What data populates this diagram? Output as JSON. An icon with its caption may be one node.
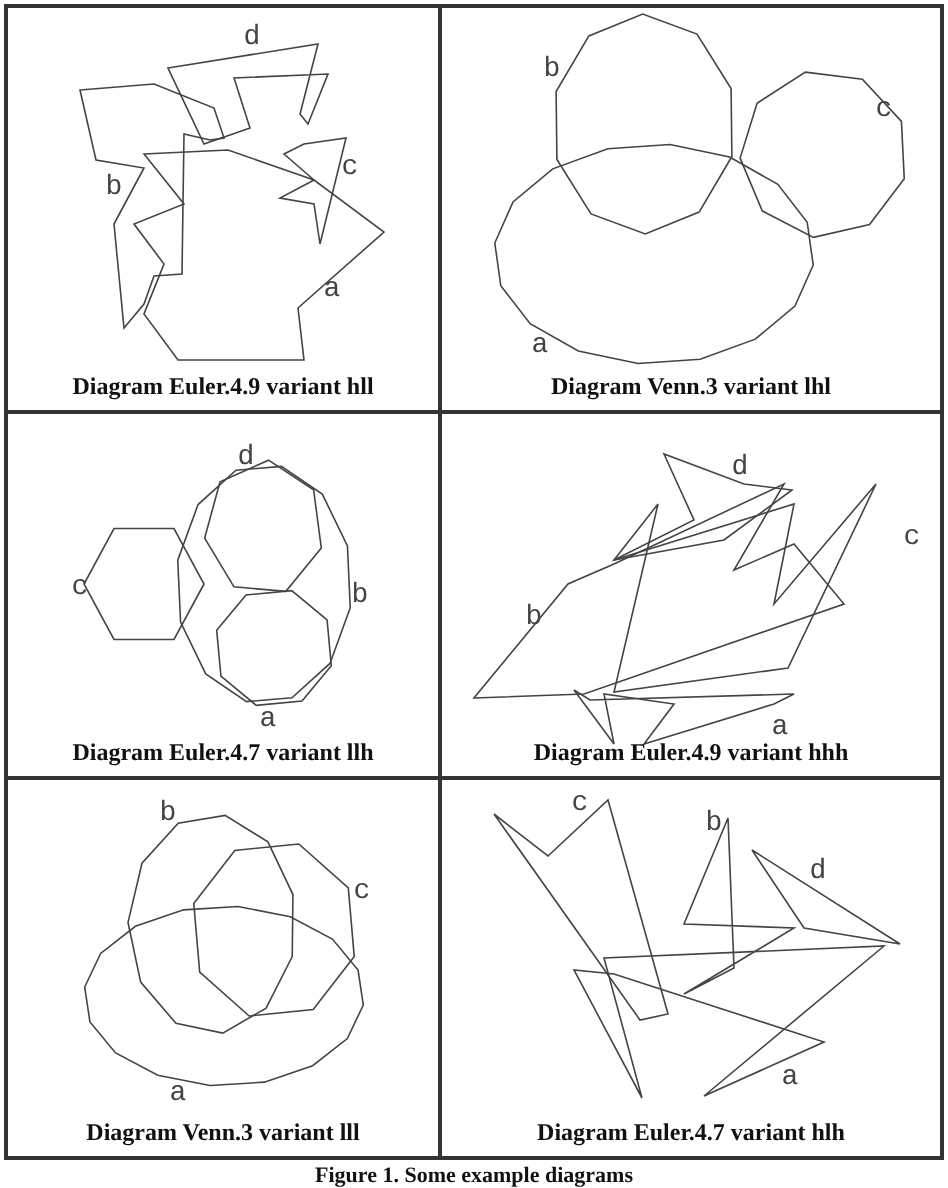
{
  "diagram": {
    "caption": "Figure 1. Some example diagrams",
    "nodes": [
      {
        "text": [
          "Diagram Euler.4.9 variant hll"
        ]
      },
      {
        "text": [
          "Diagram Venn.3 variant lhl"
        ]
      },
      {
        "text": [
          "Diagram Euler.4.7 variant llh"
        ]
      },
      {
        "text": [
          "Diagram Euler.4.9 variant hhh"
        ]
      },
      {
        "text": [
          "Diagram Venn.3 variant lll"
        ]
      },
      {
        "text": [
          "Diagram Euler.4.7 variant hlh"
        ]
      }
    ],
    "labels": [
      "d",
      "c",
      "b",
      "a",
      "b",
      "c",
      "a",
      "d",
      "c",
      "b",
      "a",
      "d",
      "c",
      "b",
      "a",
      "b",
      "c",
      "a",
      "c",
      "b",
      "d",
      "a"
    ]
  }
}
